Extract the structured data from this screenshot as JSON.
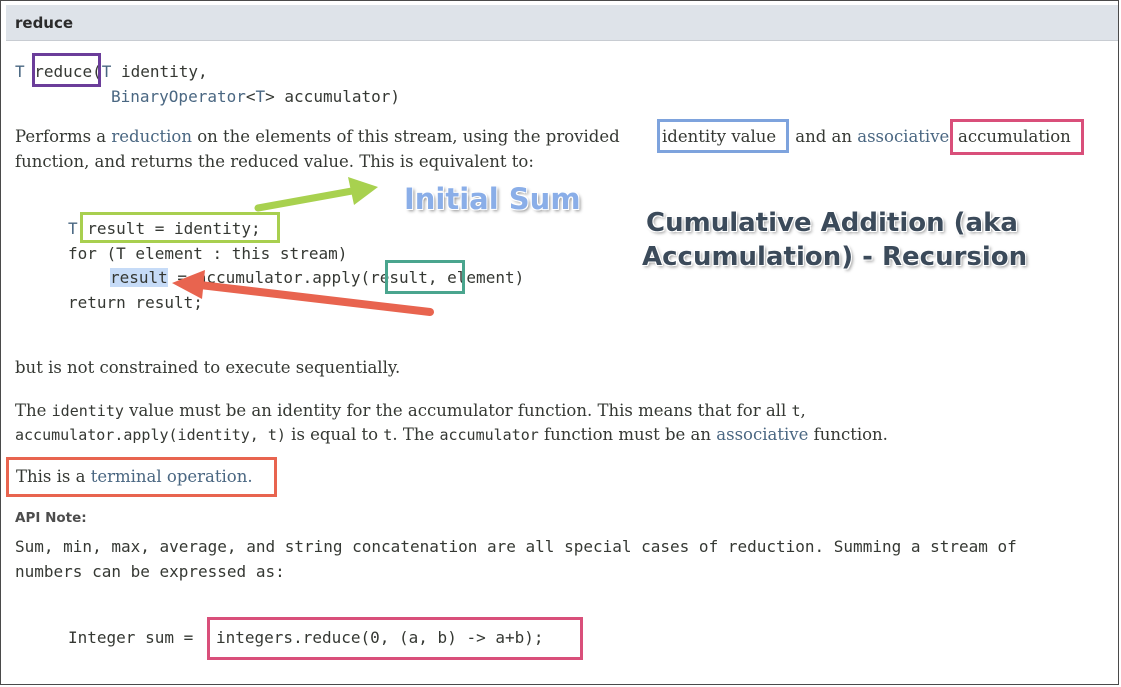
{
  "section": {
    "title": "reduce"
  },
  "signature": {
    "return_type": "T",
    "method": "reduce",
    "paren_open": "(",
    "param1_type": "T",
    "param1_name": " identity,",
    "param2_type": "BinaryOperator",
    "param2_generic_open": "<",
    "param2_generic_type": "T",
    "param2_generic_close": ">",
    "param2_name": " accumulator)"
  },
  "description": {
    "p1_a": "Performs a ",
    "p1_link_reduction": "reduction",
    "p1_b": " on the elements of this stream, using the provided ",
    "p1_identity_value": "identity value",
    "p1_c": " and an ",
    "p1_link_associative": "associative",
    "p1_accumulation": "accumulation",
    "p1_line2": "function, and returns the reduced value. This is equivalent to:"
  },
  "code_block": {
    "line1_T": "T",
    "line1_rest": " result = identity;",
    "line2": "for (T element : this stream)",
    "line3_result": "result",
    "line3_mid": " = accumulator.apply(",
    "line3_arg": "result",
    "line3_end": ", element)",
    "line4": "return result;"
  },
  "annotations": {
    "initial_sum": "Initial Sum",
    "cumulative_line1": "Cumulative Addition (aka",
    "cumulative_line2": "Accumulation) - Recursion"
  },
  "constraint_text": "but is not constrained to execute sequentially.",
  "identity_para": {
    "a": "The ",
    "identity": "identity",
    "b": " value must be an identity for the accumulator function. This means that for all ",
    "t": "t",
    "c": ",",
    "apply": "accumulator.apply(identity, t)",
    "d": " is equal to ",
    "t2": "t",
    "e": ". The ",
    "accumulator": "accumulator",
    "f": " function must be an ",
    "link_associative": "associative",
    "g": " function."
  },
  "terminal": {
    "a": "This is a ",
    "link": "terminal operation",
    "b": "."
  },
  "api_note": {
    "label": "API Note:",
    "line1": "Sum, min, max, average, and string concatenation are all special cases of reduction. Summing a stream of",
    "line2": "numbers can be expressed as:"
  },
  "example": {
    "prefix": "Integer sum = ",
    "expr": "integers.reduce(0, (a, b) -> a+b);"
  },
  "colors": {
    "purple_box": "#6b3d9a",
    "blue_box": "#7ea3dd",
    "pink_box": "#d94f7a",
    "green_box": "#a8cf4f",
    "teal_box": "#4aa58e",
    "red_arrow": "#e8644f",
    "green_arrow": "#a8d14f",
    "link": "#4a6782"
  }
}
